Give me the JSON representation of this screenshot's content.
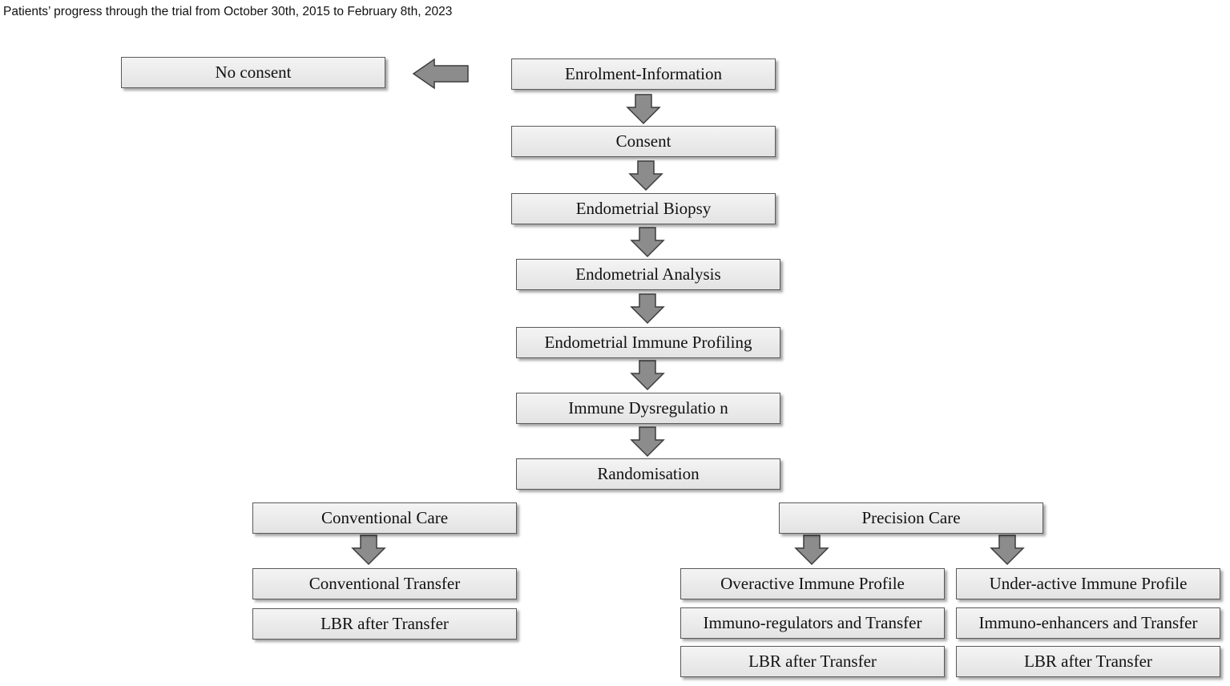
{
  "caption": "Patients’ progress through the trial from October 30th, 2015 to February 8th, 2023",
  "nodes": {
    "no_consent": "No consent",
    "enrolment": "Enrolment-Information",
    "consent": "Consent",
    "biopsy": "Endometrial Biopsy",
    "analysis": "Endometrial Analysis",
    "profiling": "Endometrial Immune Profiling",
    "dysregulation": "Immune Dysregulatio n",
    "randomisation": "Randomisation",
    "conventional_care": "Conventional Care",
    "conventional_transfer": "Conventional Transfer",
    "conventional_lbr": "LBR after Transfer",
    "precision_care": "Precision Care",
    "overactive_profile": "Overactive Immune Profile",
    "immuno_regulators": "Immuno-regulators and Transfer",
    "overactive_lbr": "LBR after Transfer",
    "underactive_profile": "Under-active Immune Profile",
    "immuno_enhancers": "Immuno-enhancers and Transfer",
    "underactive_lbr": "LBR after Transfer"
  },
  "colors": {
    "box_fill": "#e6e6e6",
    "box_border": "#5a5a5a",
    "arrow_fill": "#8c8c8c",
    "arrow_stroke": "#3c3c3c"
  }
}
